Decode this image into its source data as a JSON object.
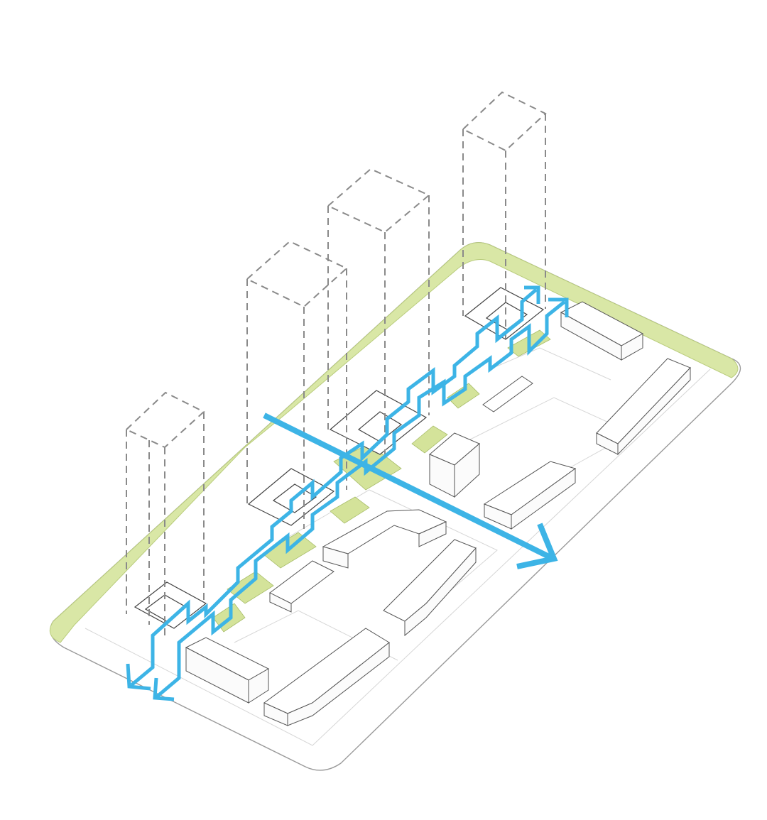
{
  "diagram": {
    "type": "isometric-massing-diagram",
    "towers": 4,
    "flow_paths": 2,
    "main_axis_arrows": 1,
    "colors": {
      "flow": "#3db4e6",
      "green_space": "#d9e7a6",
      "tower_outline": "#8a8a8a",
      "building_outline": "#555555",
      "background": "#ffffff"
    }
  }
}
